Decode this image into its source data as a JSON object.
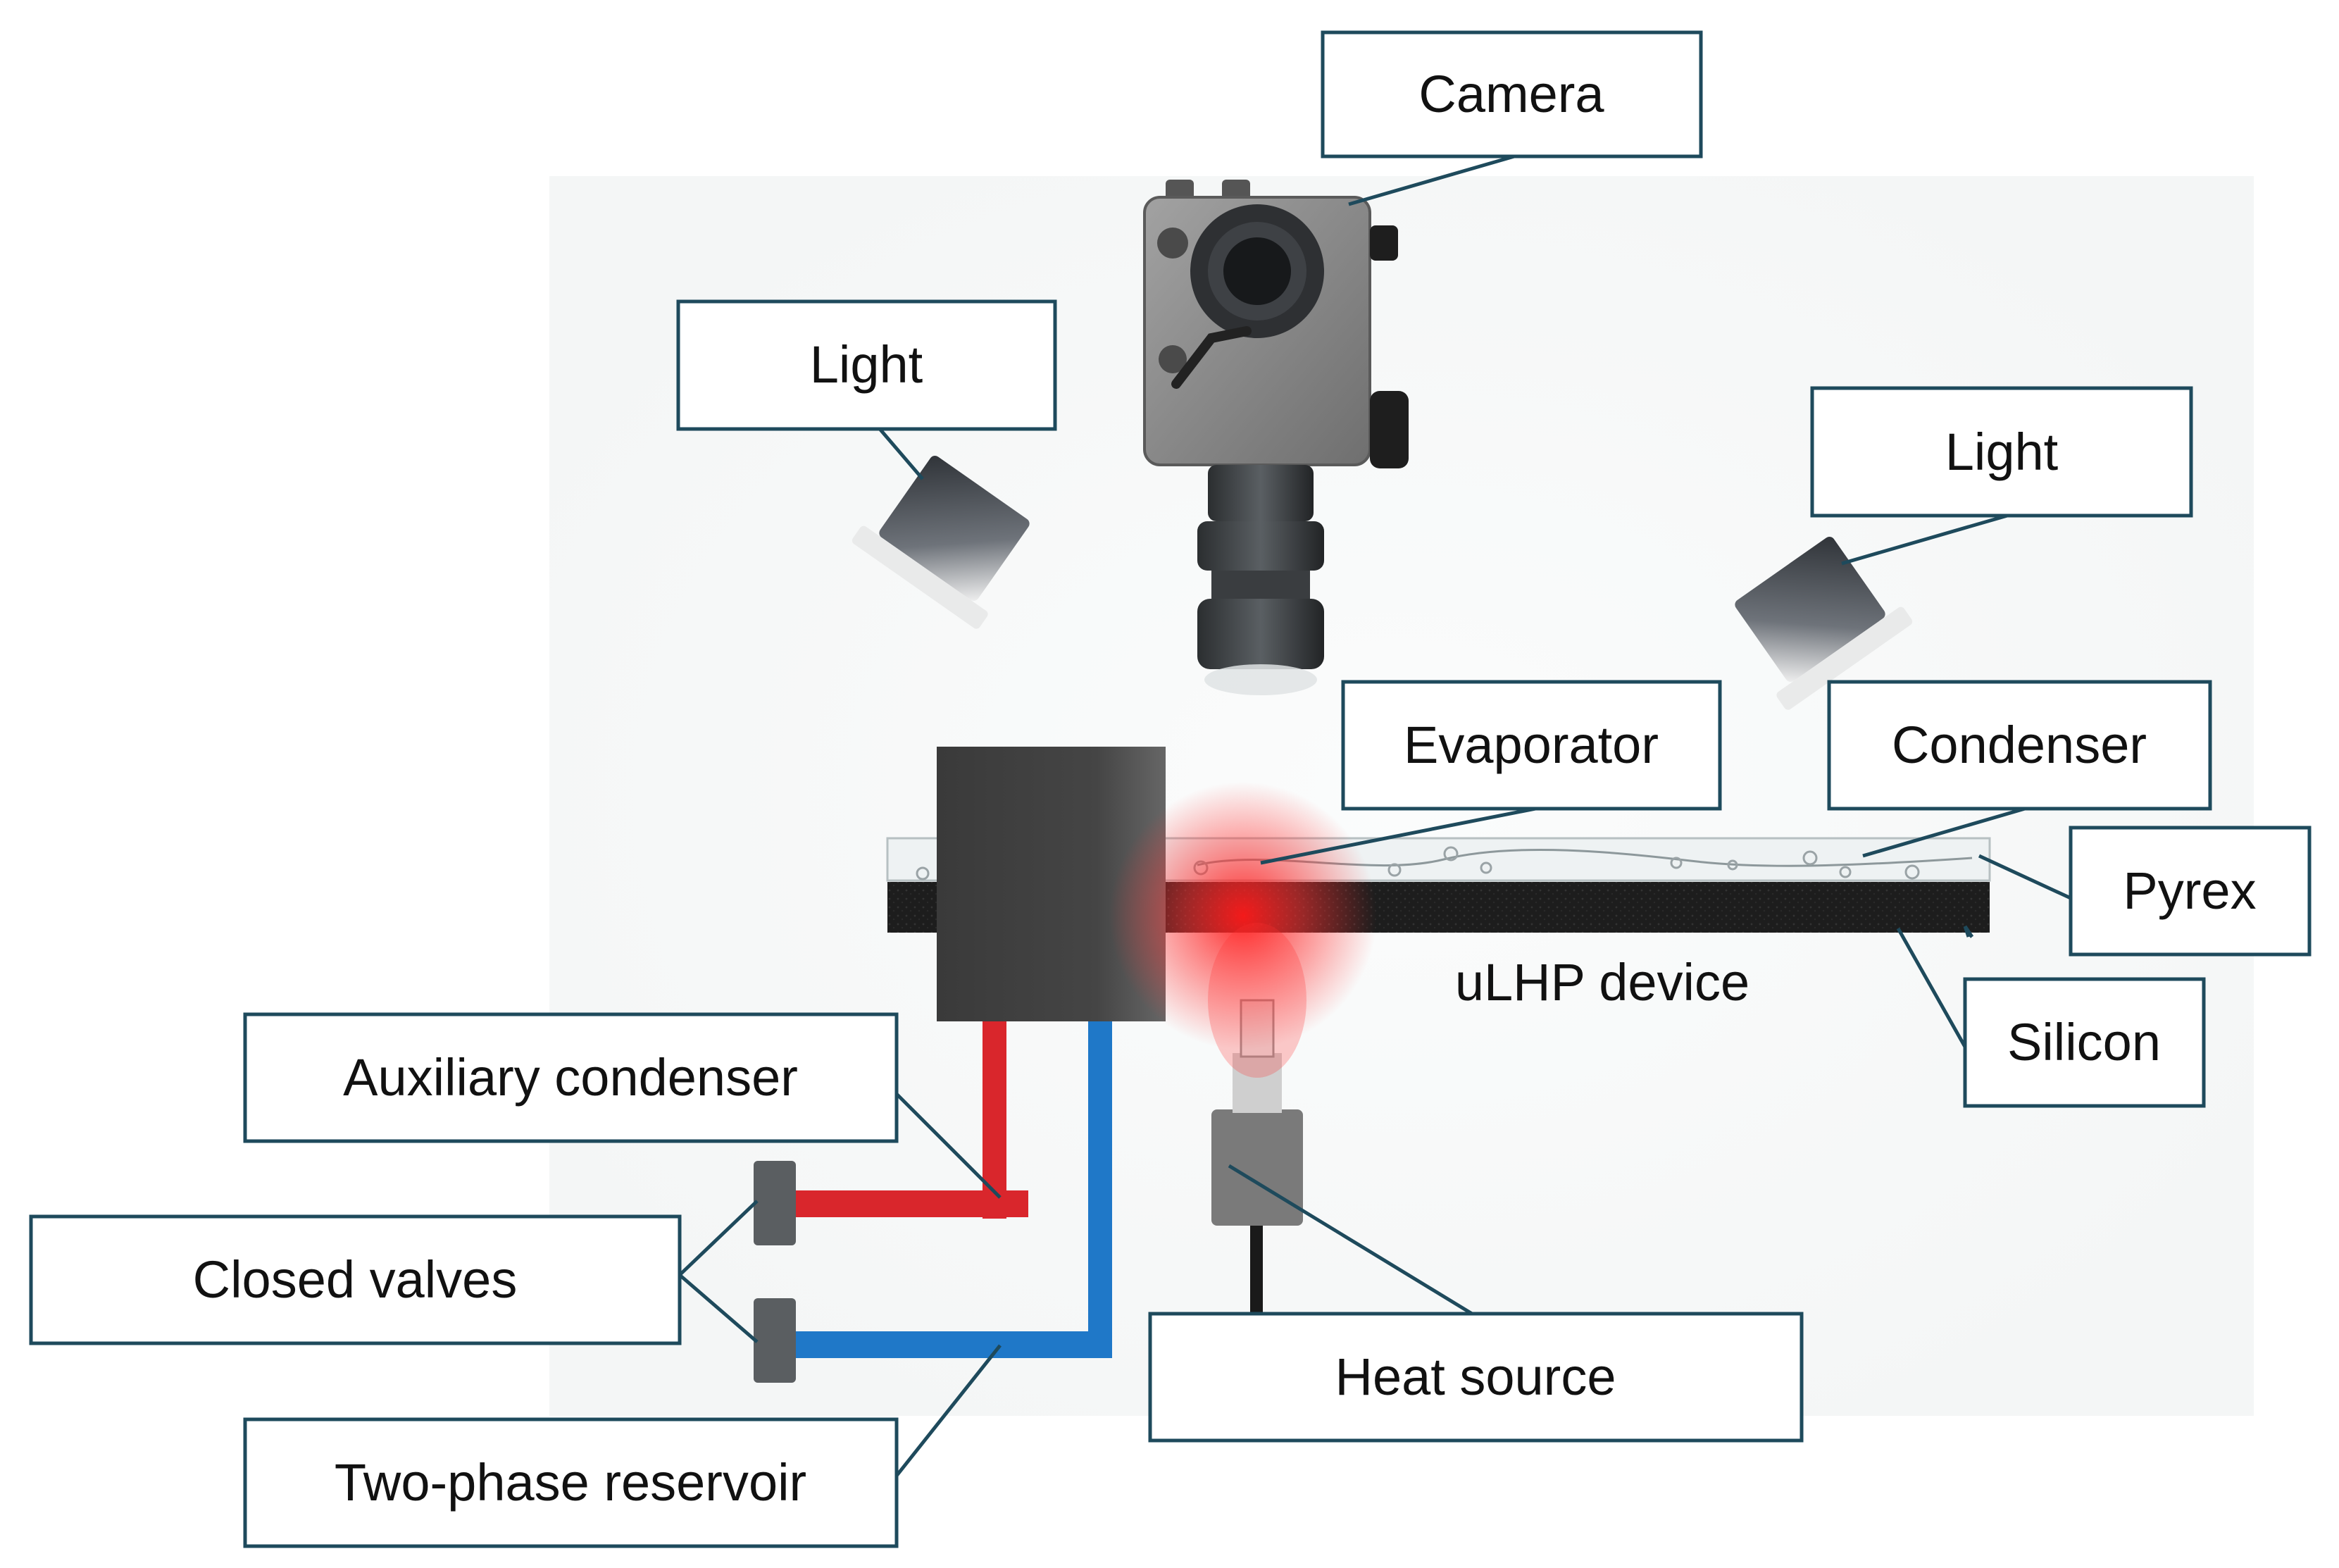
{
  "diagram": {
    "labels": {
      "camera": "Camera",
      "light_left": "Light",
      "light_right": "Light",
      "evaporator": "Evaporator",
      "condenser": "Condenser",
      "pyrex": "Pyrex",
      "silicon": "Silicon",
      "device": "uLHP device",
      "auxiliary_condenser": "Auxiliary condenser",
      "closed_valves": "Closed valves",
      "two_phase_reservoir": "Two-phase reservoir",
      "heat_source": "Heat source"
    },
    "colors": {
      "label_border": "#1e4a5c",
      "hot_pipe": "#d9262c",
      "cold_pipe": "#1f78c8",
      "heat_glow": "#ff2020",
      "silicon": "#1e1e1e",
      "camera_body": "#8c8c8c"
    }
  }
}
